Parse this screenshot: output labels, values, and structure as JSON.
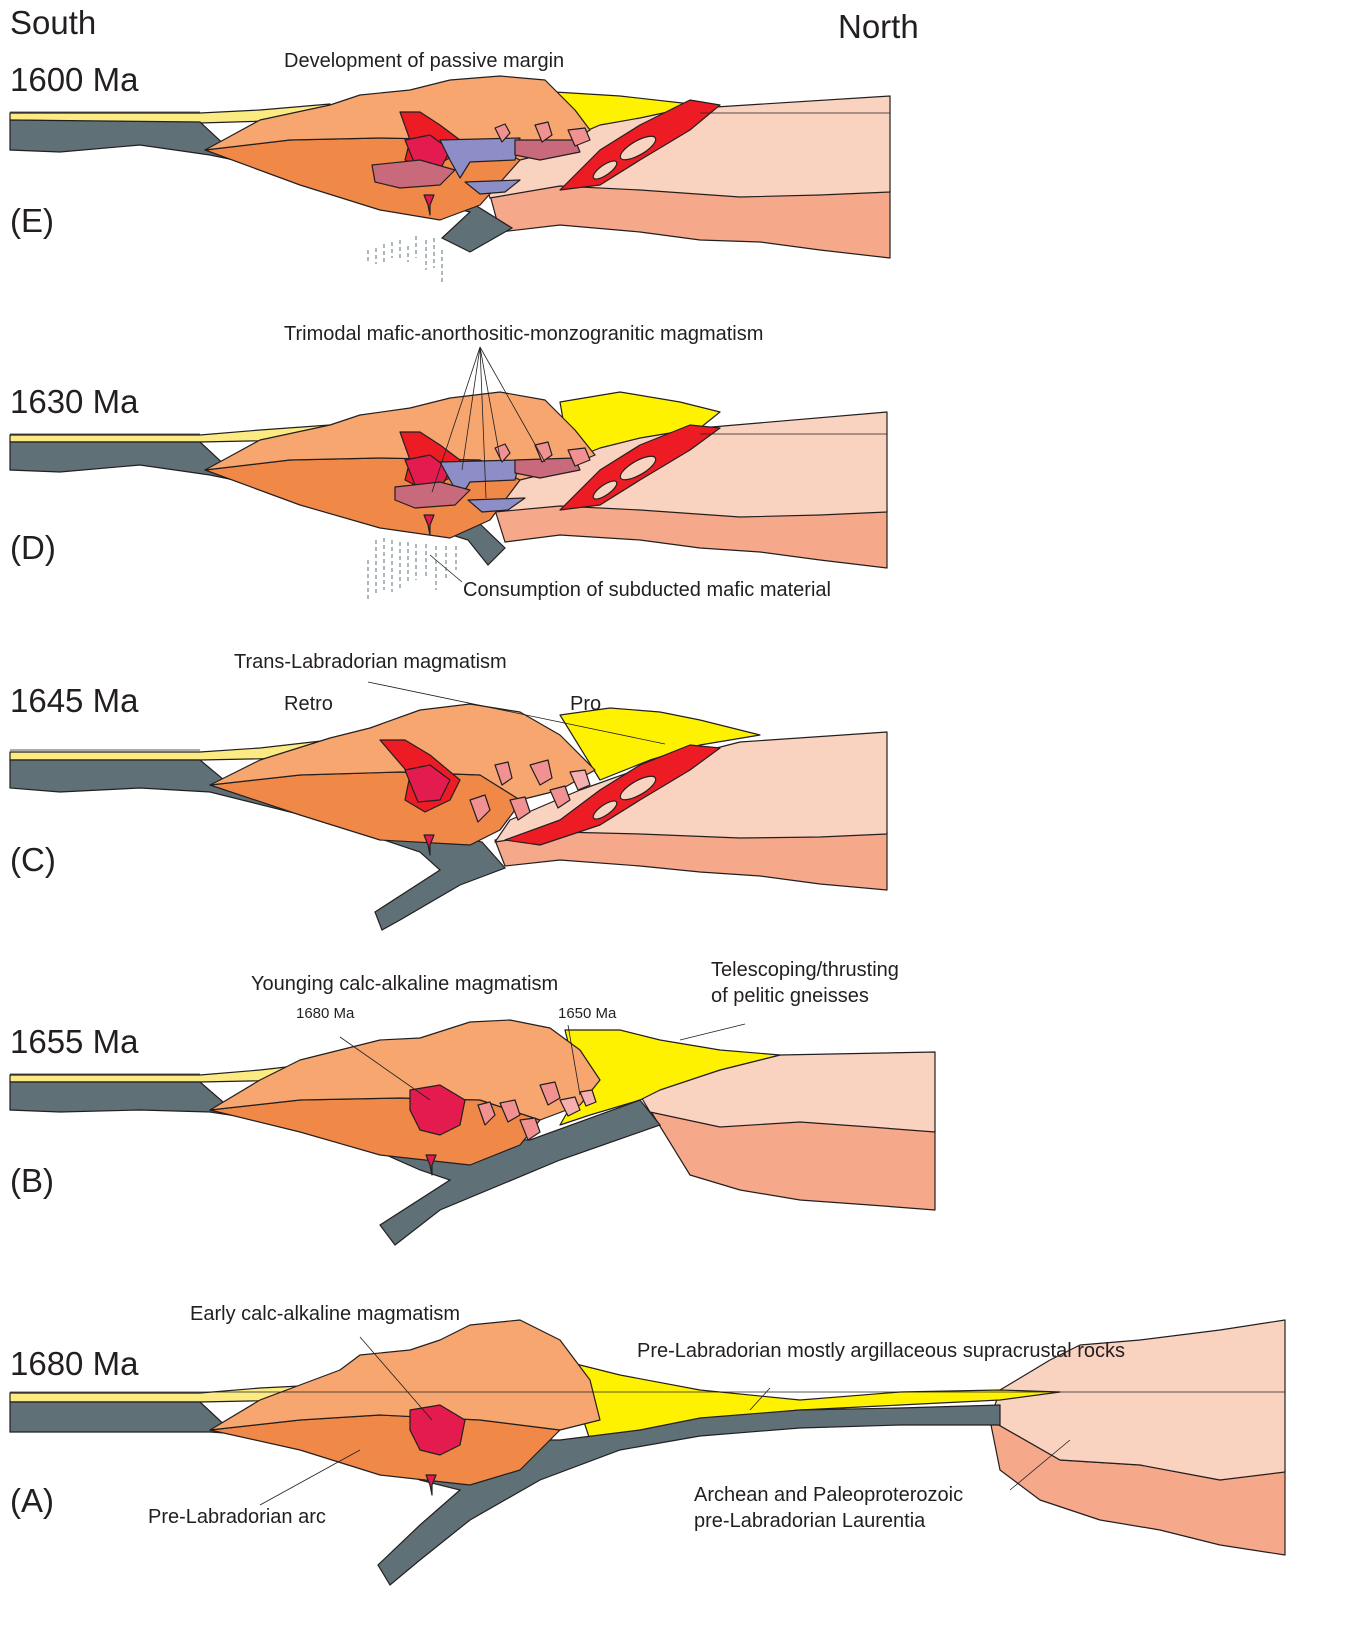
{
  "orientation": {
    "south": "South",
    "north": "North"
  },
  "panels": [
    {
      "id": "E",
      "letter": "(E)",
      "age": "1600 Ma",
      "labels": {
        "main": "Development of passive margin"
      }
    },
    {
      "id": "D",
      "letter": "(D)",
      "age": "1630 Ma",
      "labels": {
        "main": "Trimodal mafic-anorthositic-monzogranitic magmatism",
        "consumption": "Consumption of subducted mafic material"
      }
    },
    {
      "id": "C",
      "letter": "(C)",
      "age": "1645 Ma",
      "labels": {
        "main": "Trans-Labradorian magmatism",
        "retro": "Retro",
        "pro": "Pro"
      }
    },
    {
      "id": "B",
      "letter": "(B)",
      "age": "1655 Ma",
      "labels": {
        "main": "Younging calc-alkaline magmatism",
        "age_left": "1680 Ma",
        "age_right": "1650 Ma",
        "telescoping_1": "Telescoping/thrusting",
        "telescoping_2": "of pelitic gneisses"
      }
    },
    {
      "id": "A",
      "letter": "(A)",
      "age": "1680 Ma",
      "labels": {
        "main": "Early calc-alkaline magmatism",
        "supracrustal": "Pre-Labradorian mostly argillaceous supracrustal rocks",
        "arc": "Pre-Labradorian arc",
        "laurentia_1": "Archean and Paleoproterozoic",
        "laurentia_2": "pre-Labradorian Laurentia"
      }
    }
  ],
  "colors": {
    "subducting_slab": "#5f7077",
    "arc_upper_crust": "#f6a66e",
    "arc_lower_crust": "#f08848",
    "laurentia_upper": "#fad2c0",
    "laurentia_lower": "#f5a88a",
    "supracrustal_sediments": "#fff200",
    "trans_labradorian_intrusions": "#ed1c24",
    "early_calc_alkaline_plutons": "#e31b4f",
    "younging_plutons": "#f29191",
    "monzogranite": "#c8697c",
    "anorthosite": "#8d8ec8"
  }
}
